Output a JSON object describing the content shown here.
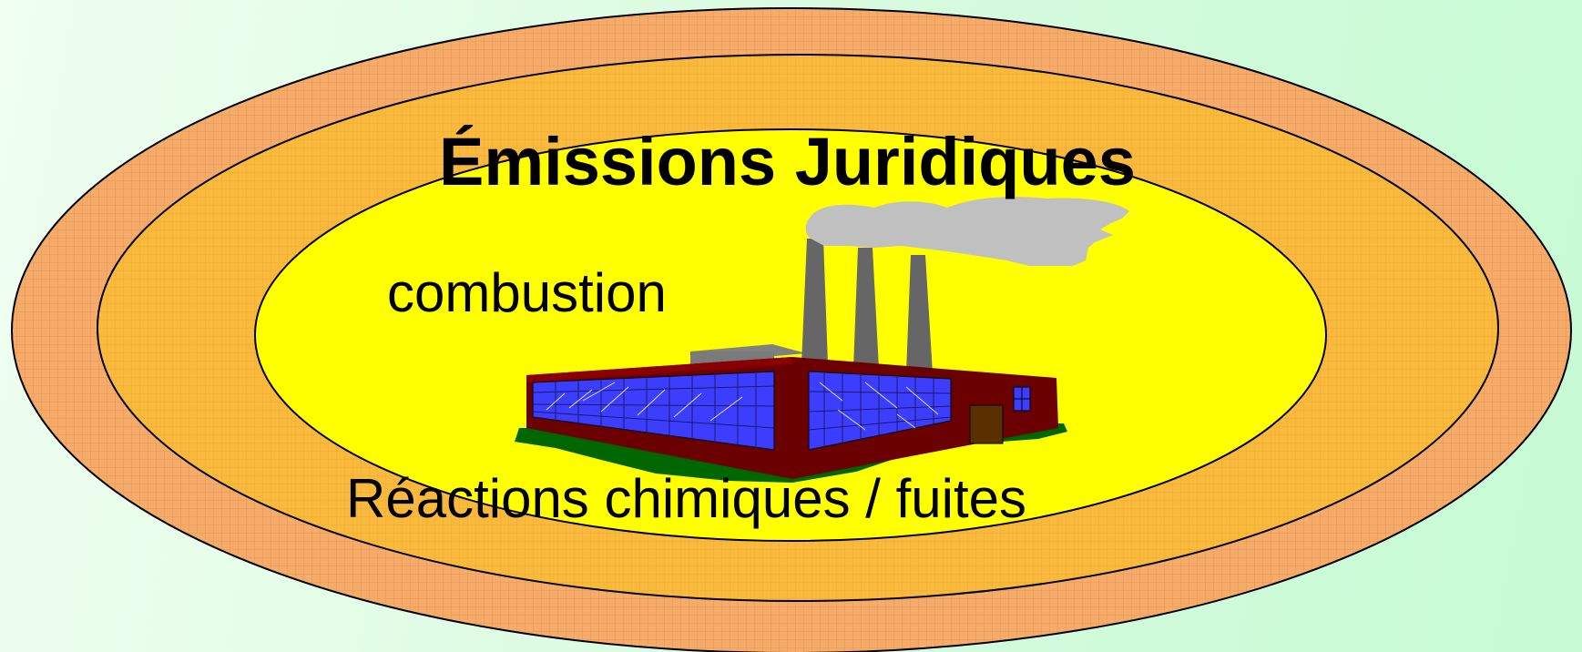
{
  "title": "Émissions Juridiques",
  "labels": {
    "combustion": "combustion",
    "reactions": "Réactions chimiques / fuites"
  },
  "colors": {
    "outer_ring": "#f5ab6a",
    "outer_grid": "#f39a58",
    "middle_ring": "#f9b935",
    "inner_ellipse": "#ffff00",
    "outline": "#000000",
    "smoke": "#c0c0c0",
    "chimney": "#666666",
    "wall": "#6b0000",
    "window": "#3d3dff",
    "ground": "#006600"
  },
  "icons": [
    "factory-icon",
    "smoke-cloud-icon"
  ]
}
